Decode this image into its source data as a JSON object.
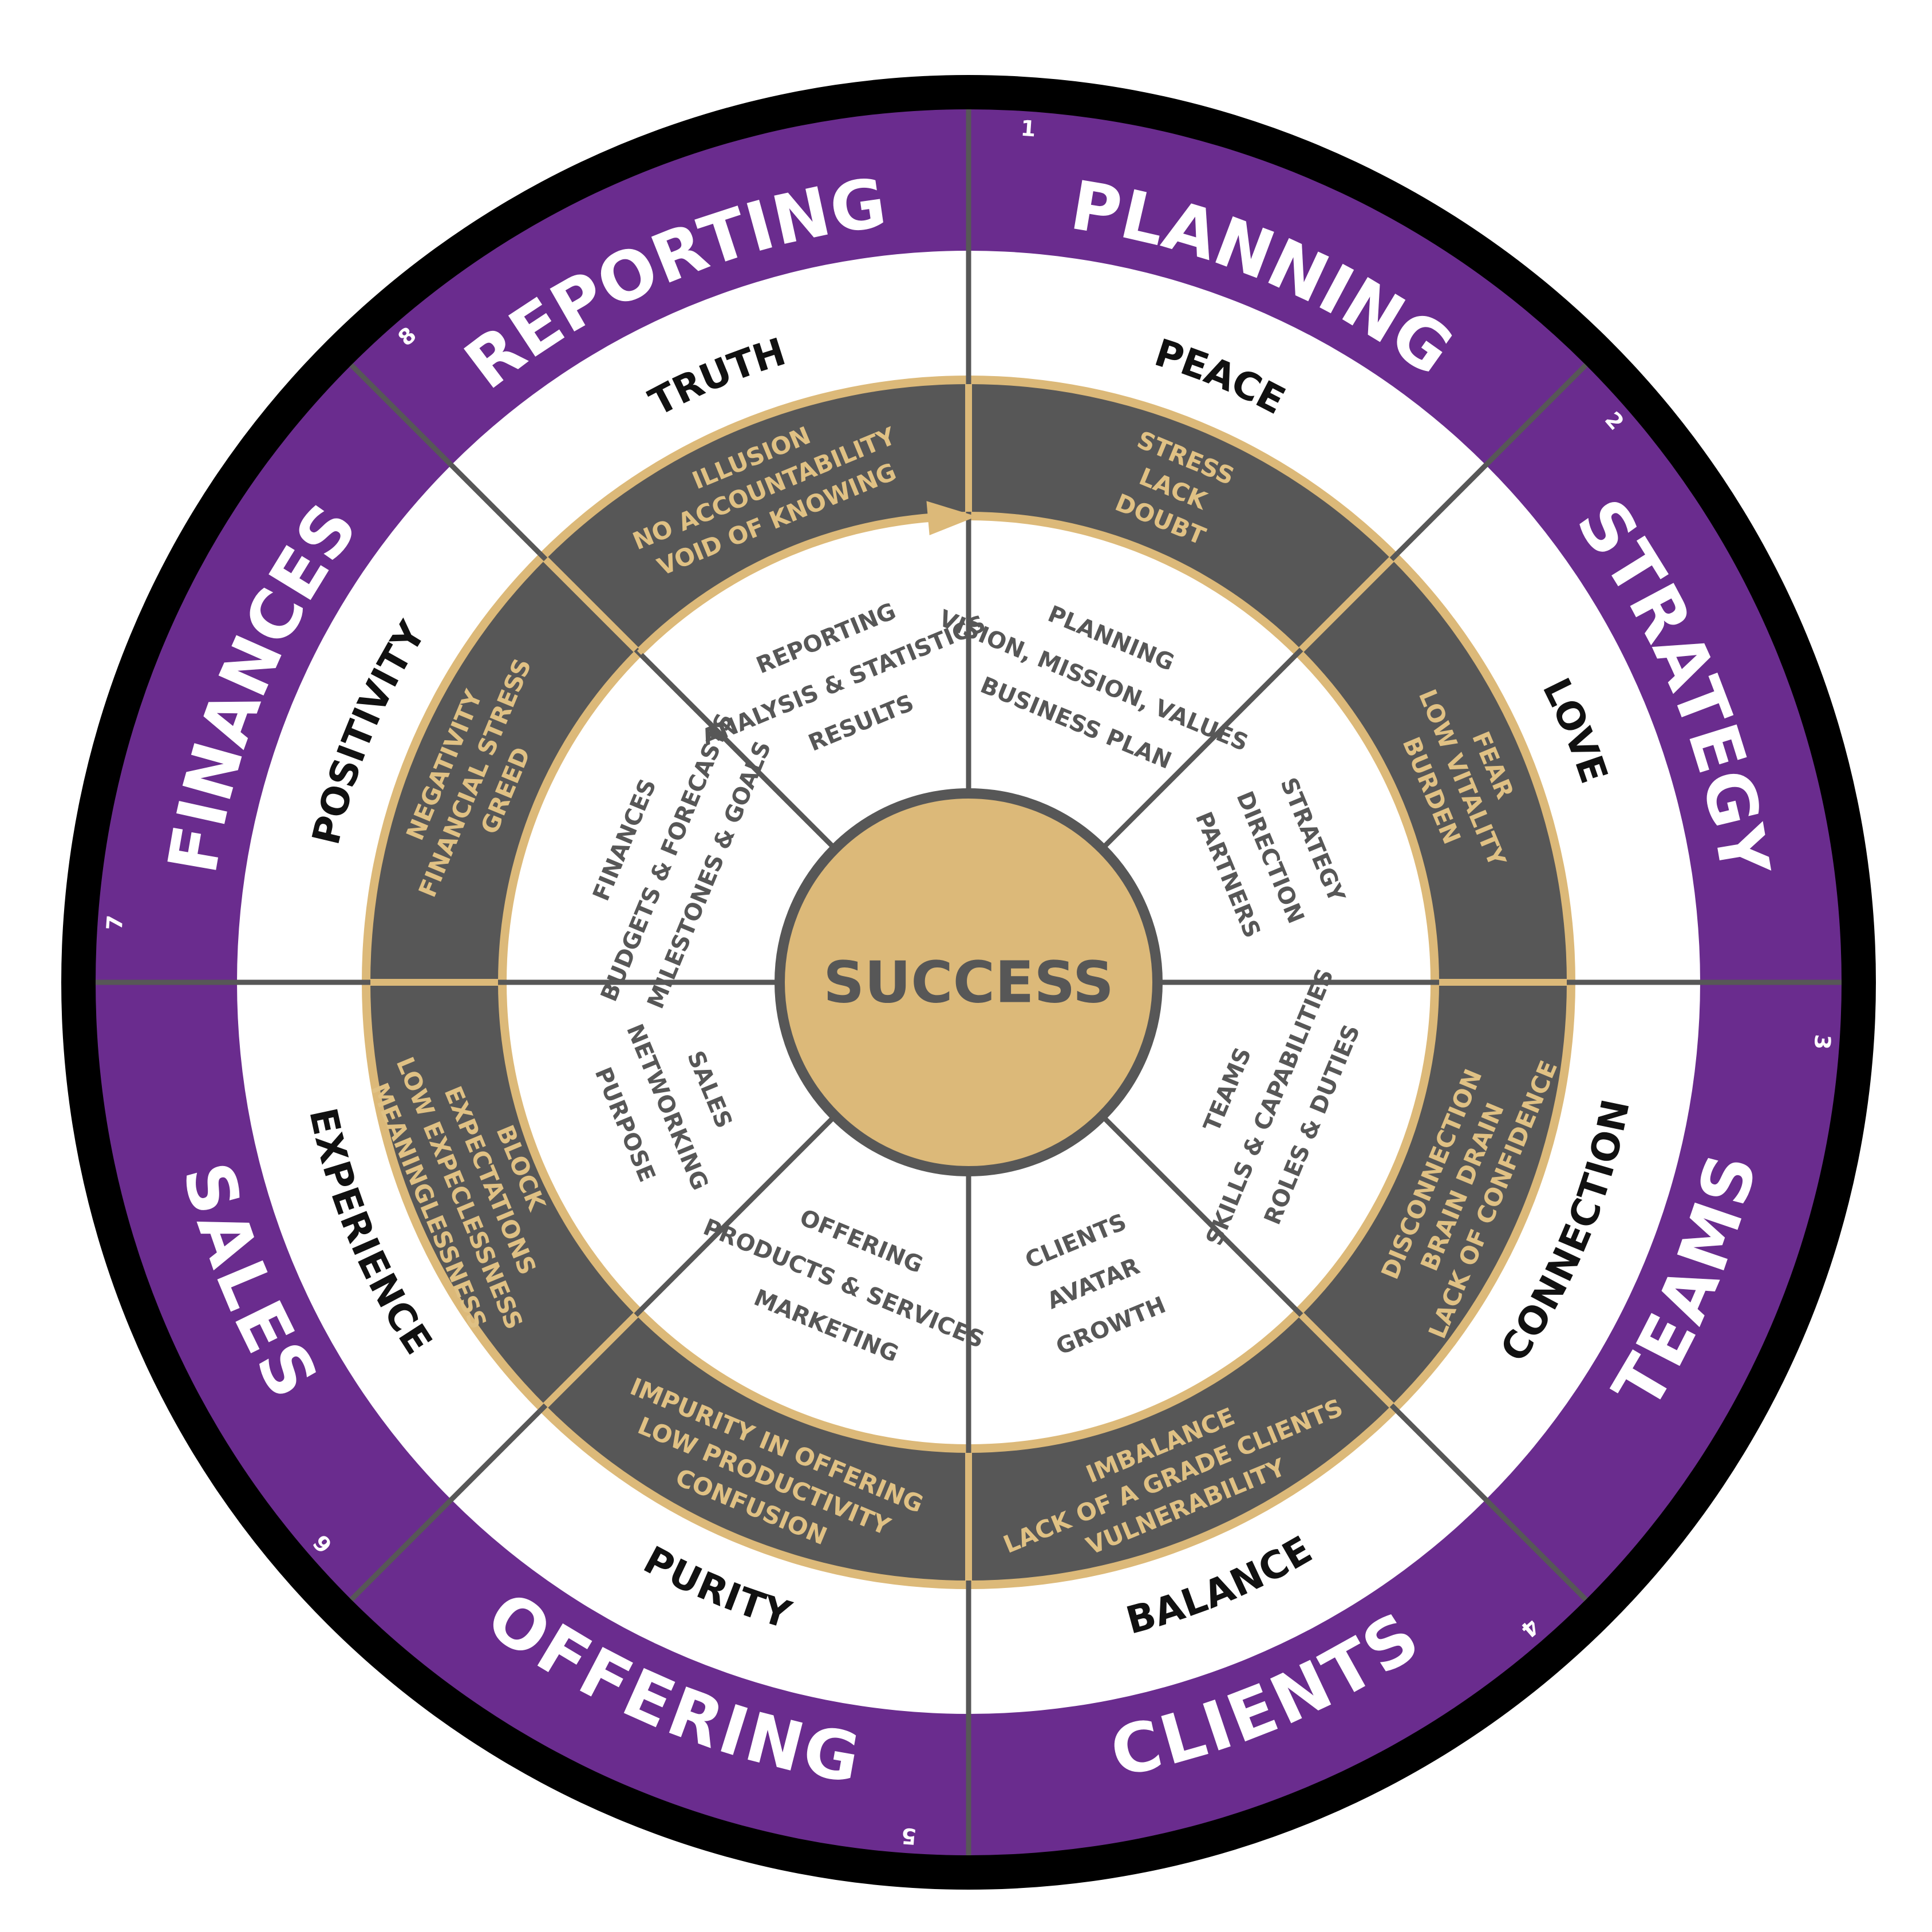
{
  "center": {
    "label": "SUCCESS"
  },
  "colors": {
    "outer_rim": "#000000",
    "purple": "#6a2c8e",
    "gold": "#dcb979",
    "gold_text": "#e0c184",
    "dark_gray": "#575757",
    "line": "#575757",
    "white": "#ffffff"
  },
  "segments": [
    {
      "number": "1",
      "category": "PLANNING",
      "value": "PEACE",
      "blocks": [
        "STRESS",
        "LACK",
        "DOUBT"
      ],
      "elements": [
        "PLANNING",
        "VISION, MISSION, VALUES",
        "BUSINESS PLAN"
      ]
    },
    {
      "number": "2",
      "category": "STRATEGY",
      "value": "LOVE",
      "blocks": [
        "FEAR",
        "LOW VITALITY",
        "BURDEN"
      ],
      "elements": [
        "STRATEGY",
        "DIRECTION",
        "PARTNERS"
      ]
    },
    {
      "number": "3",
      "category": "TEAMS",
      "value": "CONNECTION",
      "blocks": [
        "DISCONNECTION",
        "BRAIN DRAIN",
        "LACK OF CONFIDENCE"
      ],
      "elements": [
        "TEAMS",
        "SKILLS & CAPABILITIES",
        "ROLES & DUTIES"
      ]
    },
    {
      "number": "4",
      "category": "CLIENTS",
      "value": "BALANCE",
      "blocks": [
        "IMBALANCE",
        "LACK OF A GRADE CLIENTS",
        "VULNERABILITY"
      ],
      "elements": [
        "CLIENTS",
        "AVATAR",
        "GROWTH"
      ]
    },
    {
      "number": "5",
      "category": "OFFERING",
      "value": "PURITY",
      "blocks": [
        "IMPURITY IN OFFERING",
        "LOW PRODUCTIVITY",
        "CONFUSION"
      ],
      "elements": [
        "OFFERING",
        "PRODUCTS & SERVICES",
        "MARKETING"
      ]
    },
    {
      "number": "6",
      "category": "SALES",
      "value": "EXPERIENCE",
      "blocks": [
        "BLOCK",
        "EXPECTATIONS",
        "LOW EXPECLESSNESS",
        "MEANINGLESSNESS"
      ],
      "elements": [
        "SALES",
        "NETWORKING",
        "PURPOSE"
      ]
    },
    {
      "number": "7",
      "category": "FINANCES",
      "value": "POSITIVITY",
      "blocks": [
        "NEGATIVITY",
        "FINANCIAL STRESS",
        "GREED"
      ],
      "elements": [
        "FINANCES",
        "BUDGETS & FORECASTS",
        "MILESTONES & GOALS"
      ]
    },
    {
      "number": "8",
      "category": "REPORTING",
      "value": "TRUTH",
      "blocks": [
        "ILLUSION",
        "NO ACCOUNTABILITY",
        "VOID OF KNOWING"
      ],
      "elements": [
        "REPORTING",
        "ANALYSIS & STATISTICS",
        "RESULTS"
      ]
    }
  ]
}
